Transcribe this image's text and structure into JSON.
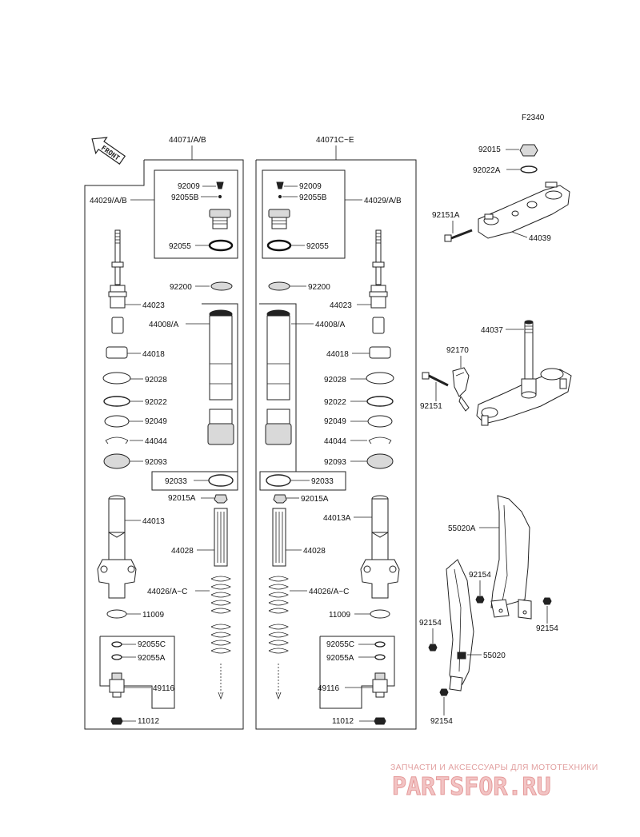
{
  "diagram_code": "F2340",
  "front_badge": "FRONT",
  "left_group_title": "44071/A/B",
  "right_group_title": "44071C~E",
  "labels": {
    "L_92009": "92009",
    "L_92055B": "92055B",
    "L_92055": "92055",
    "L_44029": "44029/A/B",
    "L_92200": "92200",
    "L_44023": "44023",
    "L_44008": "44008/A",
    "L_44018": "44018",
    "L_92028": "92028",
    "L_92022": "92022",
    "L_92049": "92049",
    "L_44044": "44044",
    "L_92093": "92093",
    "L_92033": "92033",
    "L_92015A": "92015A",
    "L_44013": "44013",
    "L_44028": "44028",
    "L_44026": "44026/A~C",
    "L_11009": "11009",
    "L_92055C": "92055C",
    "L_92055A": "92055A",
    "L_49116": "49116",
    "L_11012": "11012",
    "R_92009": "92009",
    "R_92055B": "92055B",
    "R_44029": "44029/A/B",
    "R_92055": "92055",
    "R_92200": "92200",
    "R_44023": "44023",
    "R_44008": "44008/A",
    "R_44018": "44018",
    "R_92028": "92028",
    "R_92022": "92022",
    "R_92049": "92049",
    "R_44044": "44044",
    "R_92093": "92093",
    "R_92033": "92033",
    "R_92015A": "92015A",
    "R_44013A": "44013A",
    "R_44028": "44028",
    "R_44026": "44026/A~C",
    "R_11009": "11009",
    "R_92055C": "92055C",
    "R_92055A": "92055A",
    "R_49116": "49116",
    "R_11012": "11012",
    "S_92015": "92015",
    "S_92022A": "92022A",
    "S_92151A": "92151A",
    "S_44039": "44039",
    "S_44037": "44037",
    "S_92170": "92170",
    "S_92151": "92151",
    "G_55020A": "55020A",
    "G_92154a": "92154",
    "G_92154b": "92154",
    "G_92154c": "92154",
    "G_55020": "55020",
    "G_92154d": "92154"
  },
  "watermark": {
    "tagline": "ЗАПЧАСТИ И АКСЕССУАРЫ ДЛЯ МОТОТЕХНИКИ",
    "brand": "PARTSFOR.RU"
  }
}
